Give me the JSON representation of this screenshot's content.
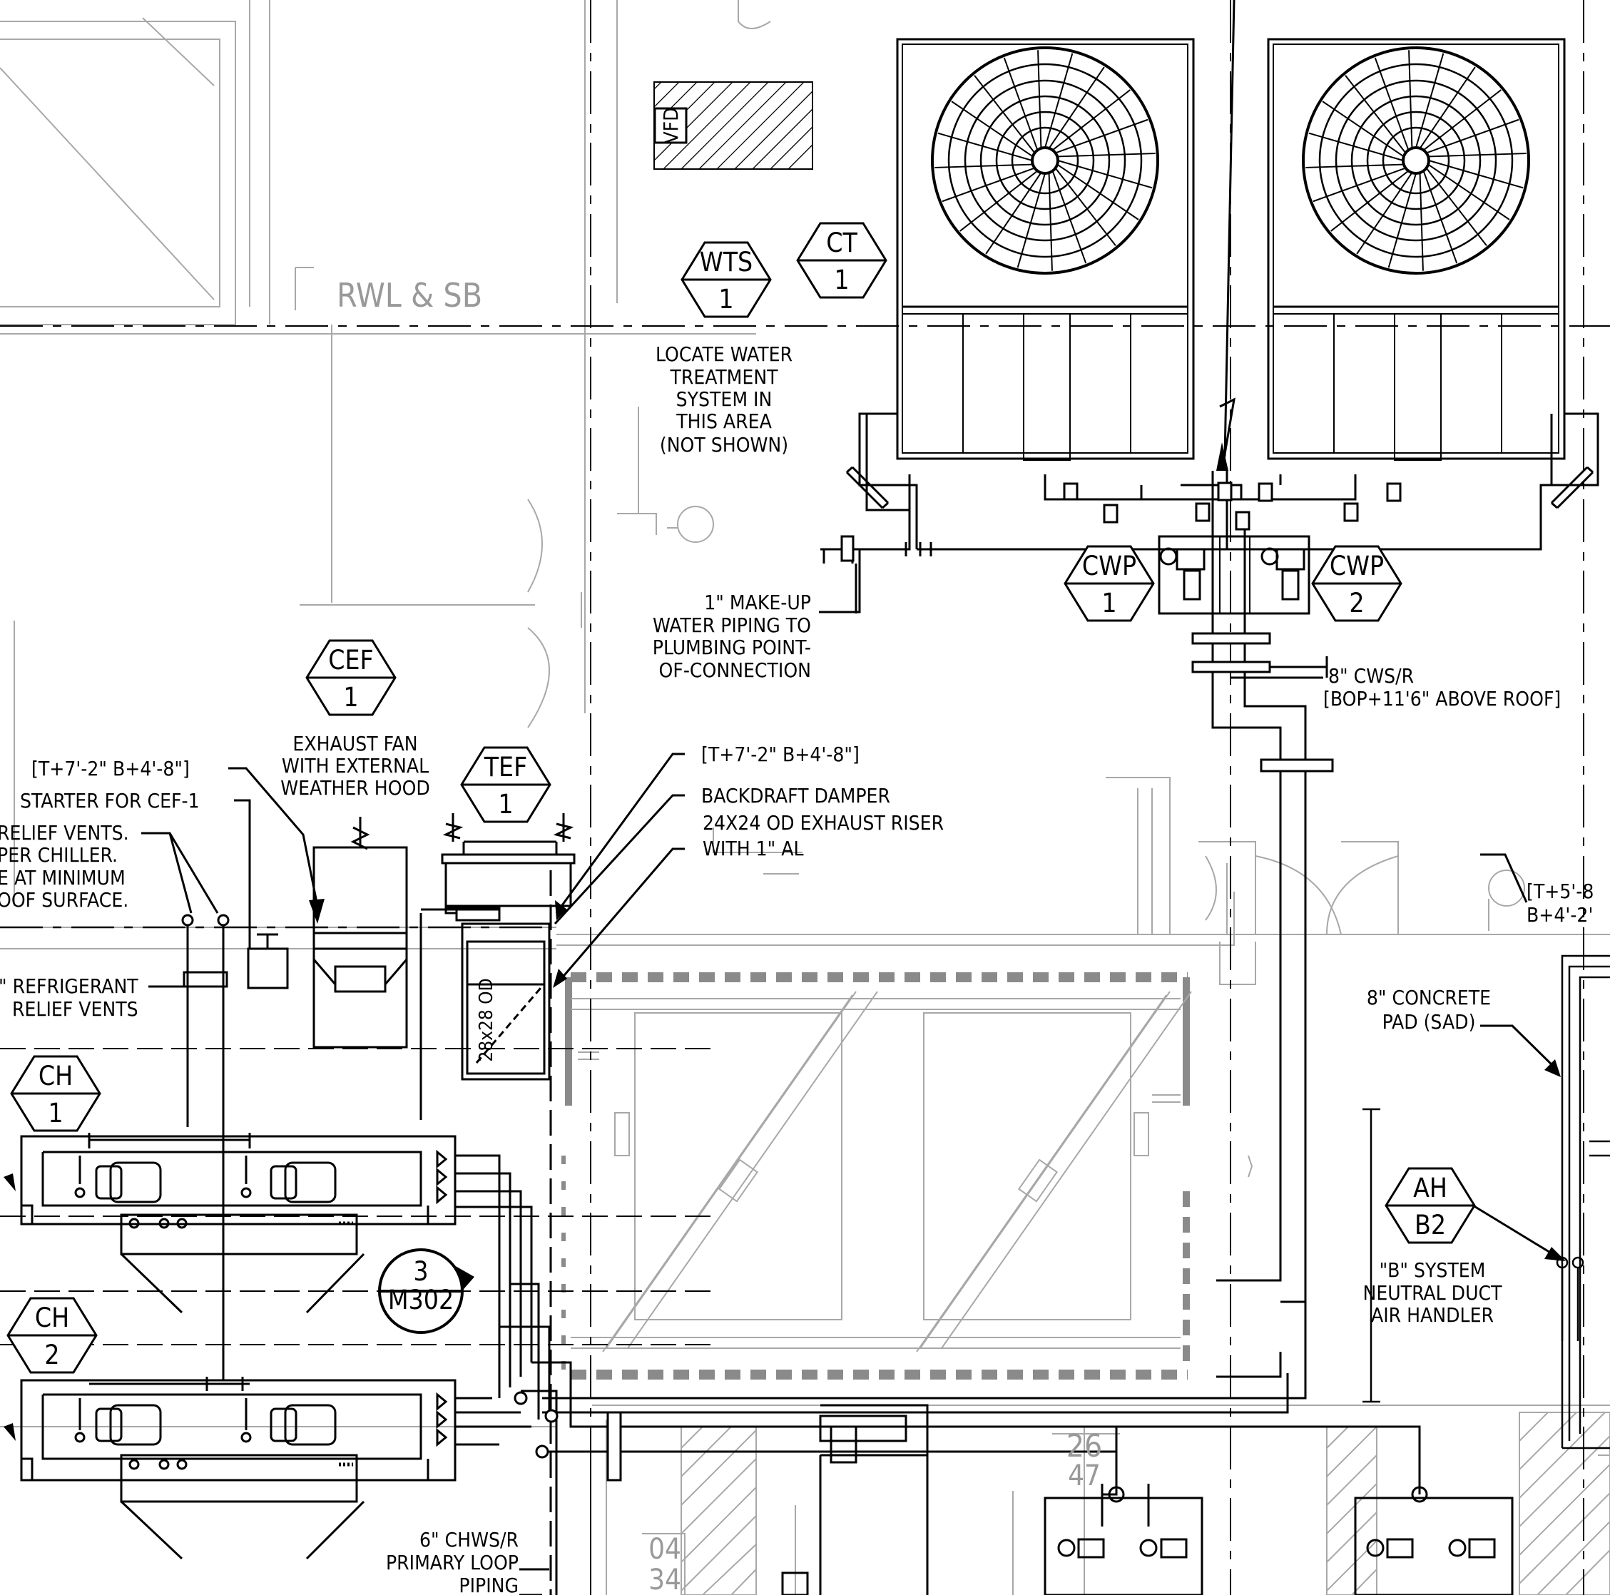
{
  "sheet": {
    "top_left_label": "RWL & SB",
    "room_number_a": "26",
    "room_number_b": "47",
    "room_number_c": "04",
    "room_number_d": "34"
  },
  "tags": {
    "wts": {
      "top": "WTS",
      "bottom": "1"
    },
    "ct1": {
      "top": "CT",
      "bottom": "1"
    },
    "cwp1": {
      "top": "CWP",
      "bottom": "1"
    },
    "cwp2": {
      "top": "CWP",
      "bottom": "2"
    },
    "cef": {
      "top": "CEF",
      "bottom": "1"
    },
    "tef": {
      "top": "TEF",
      "bottom": "1"
    },
    "ch1": {
      "top": "CH",
      "bottom": "1"
    },
    "ch2": {
      "top": "CH",
      "bottom": "2"
    },
    "ah": {
      "top": "AH",
      "bottom": "B2"
    },
    "section": {
      "top": "3",
      "bottom": "M302"
    }
  },
  "equipment_labels": {
    "vfd": "VFD",
    "duct_size": "28x28 OD"
  },
  "notes": {
    "water_treatment": [
      "LOCATE WATER",
      "TREATMENT",
      "SYSTEM IN",
      "THIS AREA",
      "(NOT SHOWN)"
    ],
    "makeup": [
      "1\" MAKE-UP",
      "WATER PIPING TO",
      "PLUMBING POINT-",
      "OF-CONNECTION"
    ],
    "cws": [
      "8\" CWS/R",
      "[BOP+11'6\" ABOVE ROOF]"
    ],
    "exhaust_fan": [
      "EXHAUST FAN",
      "WITH EXTERNAL",
      "WEATHER HOOD"
    ],
    "starter": [
      "[T+7'-2\" B+4'-8\"]",
      "STARTER FOR CEF-1"
    ],
    "relief_vents": [
      "RELIEF VENTS.",
      "PER CHILLER.",
      "E AT MINIMUM",
      "OOF SURFACE."
    ],
    "refrigerant": [
      "\" REFRIGERANT",
      "RELIEF VENTS"
    ],
    "damper": [
      "[T+7'-2\" B+4'-8\"]",
      "BACKDRAFT DAMPER",
      "24X24 OD EXHAUST RISER",
      "WITH 1\" AL"
    ],
    "mount_right": [
      "[T+5'-8",
      "B+4'-2'"
    ],
    "pad": [
      "8\" CONCRETE",
      "PAD (SAD)"
    ],
    "air_handler": [
      "\"B\" SYSTEM",
      "NEUTRAL DUCT",
      "AIR HANDLER"
    ],
    "chws": [
      "6\" CHWS/R",
      "PRIMARY LOOP",
      "PIPING"
    ]
  },
  "colors": {
    "line": "#000000",
    "background_line": "#a8a8a8",
    "pad": "#8a8a8a"
  }
}
